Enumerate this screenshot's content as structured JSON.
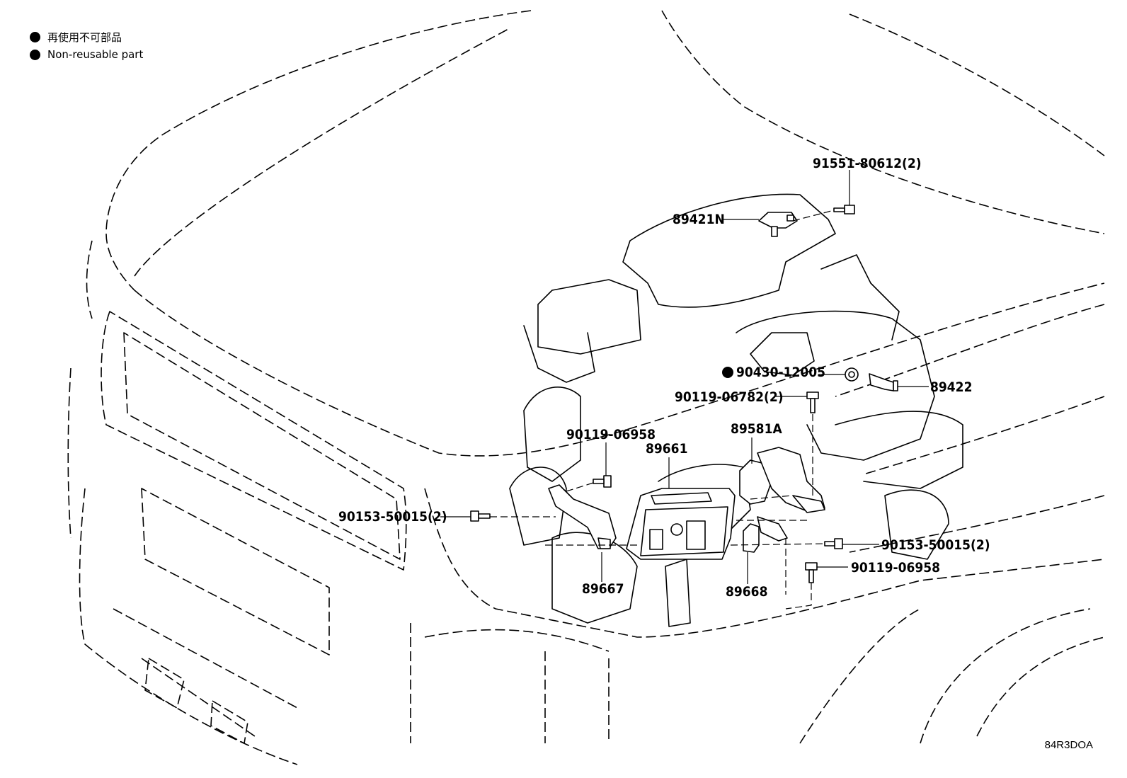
{
  "legend": {
    "marker_color": "#000000",
    "items": [
      "再使用不可部品",
      "Non-reusable part"
    ]
  },
  "parts": {
    "p91551": "91551-80612(2)",
    "p89421N": "89421N",
    "p90430": "90430-12005",
    "p89422": "89422",
    "p90119_06782": "90119-06782(2)",
    "p89581A": "89581A",
    "p90119_06958_a": "90119-06958",
    "p89661": "89661",
    "p90153_left": "90153-50015(2)",
    "p90153_right": "90153-50015(2)",
    "p90119_06958_b": "90119-06958",
    "p89667": "89667",
    "p89668": "89668"
  },
  "illustration_code": "84R3DOA"
}
